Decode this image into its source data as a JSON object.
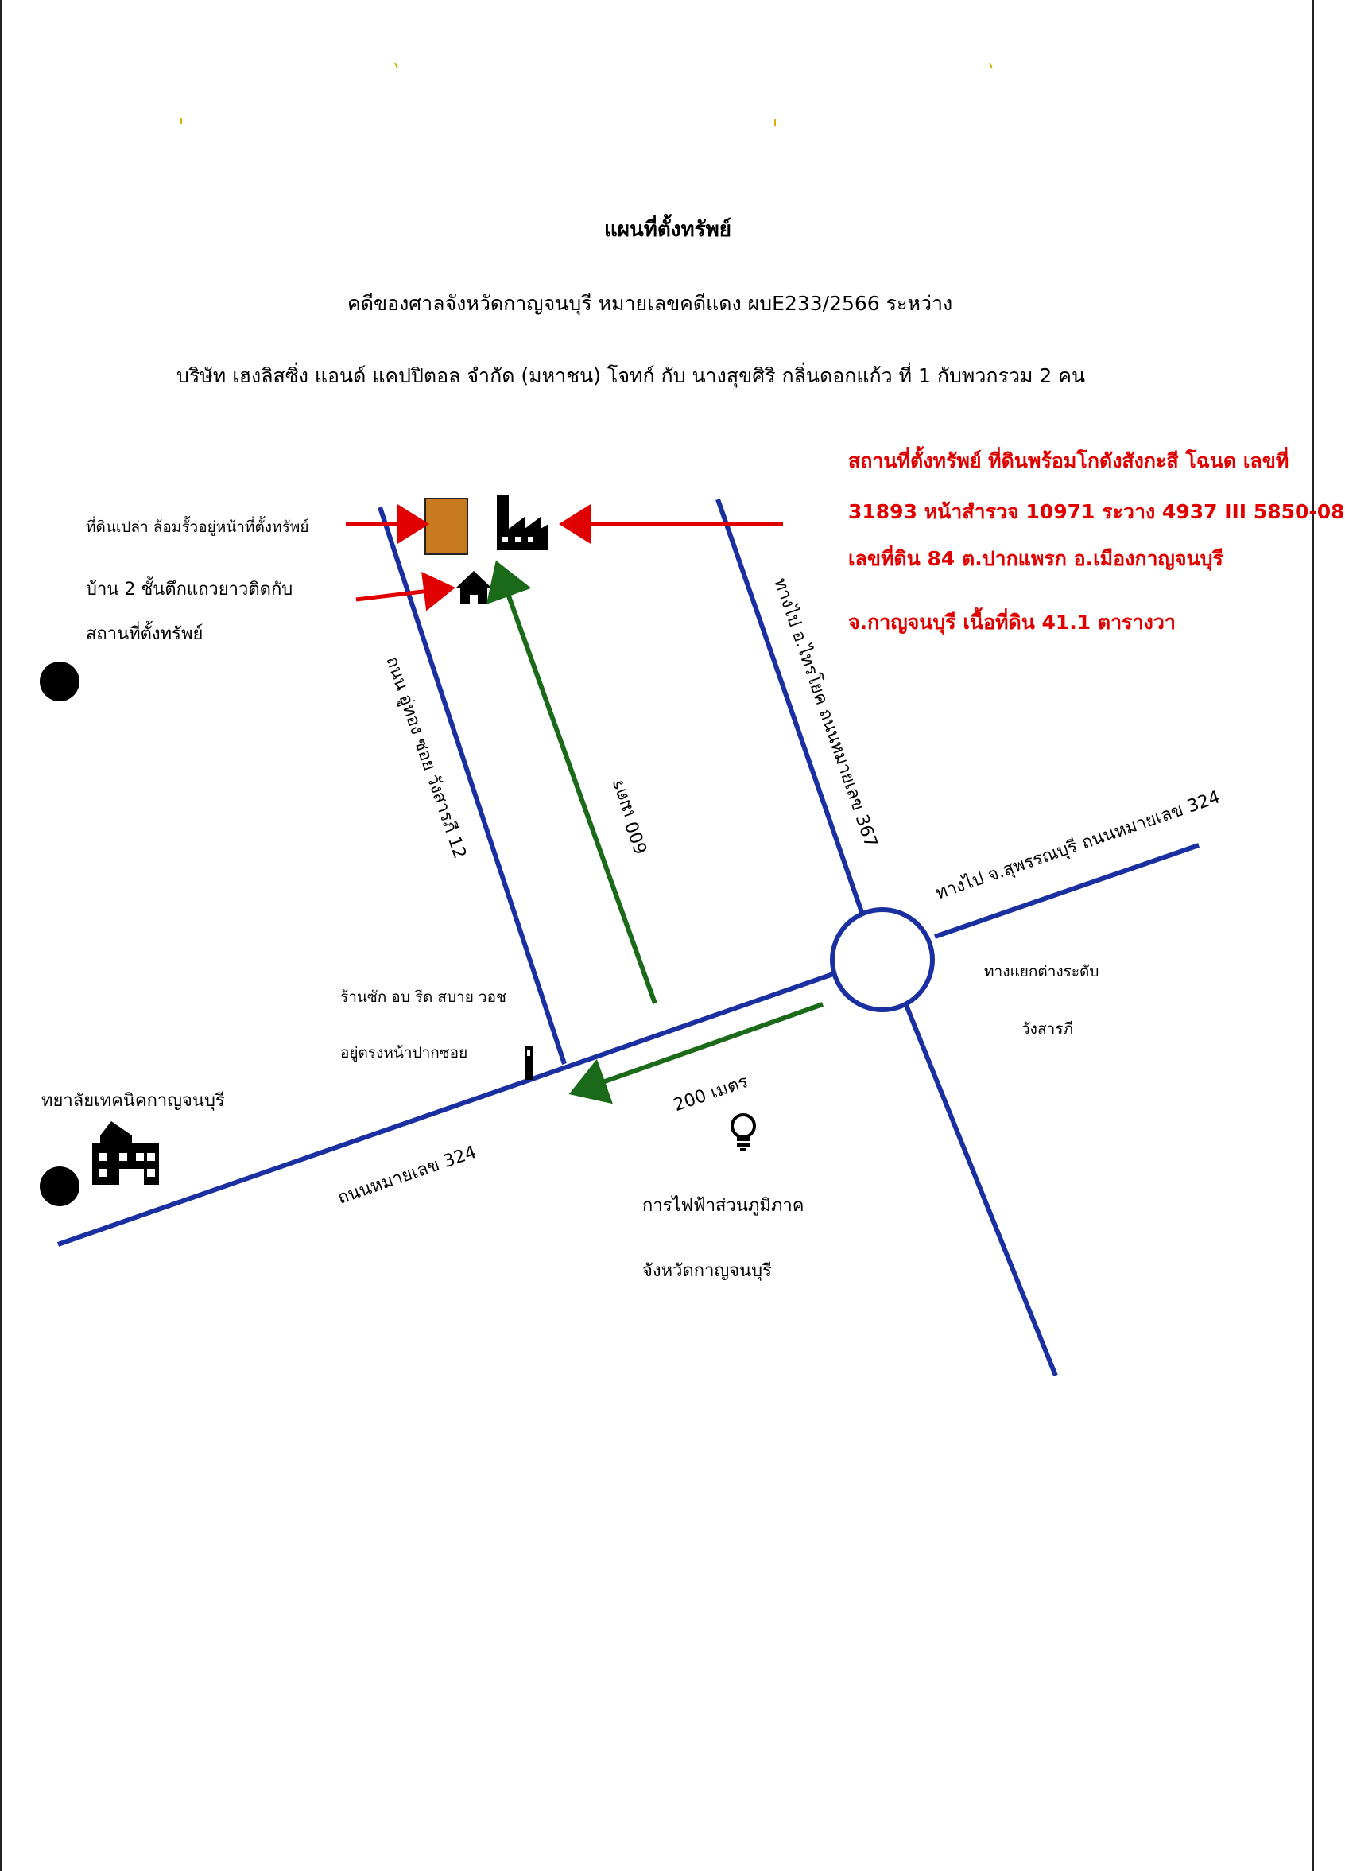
{
  "header": {
    "title": "แผนที่ตั้งทรัพย์",
    "line1": "คดีของศาลจังหวัดกาญจนบุรี หมายเลขคดีแดง ผบE233/2566 ระหว่าง",
    "line2": "บริษัท เฮงลิสซิ่ง แอนด์ แคปปิตอล จำกัด (มหาชน) โจทก์ กับ นางสุขศิริ กลิ่นดอกแก้ว ที่ 1 กับพวกรวม 2 คน"
  },
  "property_info": [
    "สถานที่ตั้งทรัพย์  ที่ดินพร้อมโกดังสังกะสี โฉนด เลขที่",
    "31893 หน้าสำรวจ 10971 ระวาง 4937 III 5850-08",
    "เลขที่ดิน 84 ต.ปากแพรก อ.เมืองกาญจนบุรี",
    "จ.กาญจนบุรี เนื้อที่ดิน 41.1 ตารางวา"
  ],
  "notes": {
    "vacant_land": "ที่ดินเปล่า ล้อมรั้วอยู่หน้าที่ตั้งทรัพย์",
    "house_line1": "บ้าน  2  ชั้นตึกแถวยาวติดกับ",
    "house_line2": "สถานที่ตั้งทรัพย์"
  },
  "roads": {
    "soi": "ถนน อู่ทอง ซอย วังสารภี 12",
    "road367": "ทางไป อ.ไทรโยค ถนนหมายเลข 367",
    "road324_right": "ทางไป จ.สุพรรณบุรี ถนนหมายเลข 324",
    "road324_left": "ถนนหมายเลข 324"
  },
  "distances": {
    "d600": "600 เมตร",
    "d200": "200 เมตร"
  },
  "places": {
    "intersection_line1": "ทางแยกต่างระดับ",
    "intersection_line2": "วังสารภี",
    "shop_line1": "ร้านซัก อบ รีด สบาย วอช",
    "shop_line2": "อยู่ตรงหน้าปากซอย",
    "college": "ทยาลัยเทคนิคกาญจนบุรี",
    "pea_line1": "การไฟฟ้าส่วนภูมิภาค",
    "pea_line2": "จังหวัดกาญจนบุรี"
  },
  "icons": {
    "factory": "factory-icon",
    "house": "house-icon",
    "school": "school-icon",
    "lightbulb": "lightbulb-icon",
    "shop": "shop-icon"
  },
  "colors": {
    "road": "#1a2fa0",
    "red_arrow": "#e00000",
    "green_arrow": "#1a6a1a",
    "land_fill": "#c77a1e",
    "property_text": "#e00000"
  }
}
